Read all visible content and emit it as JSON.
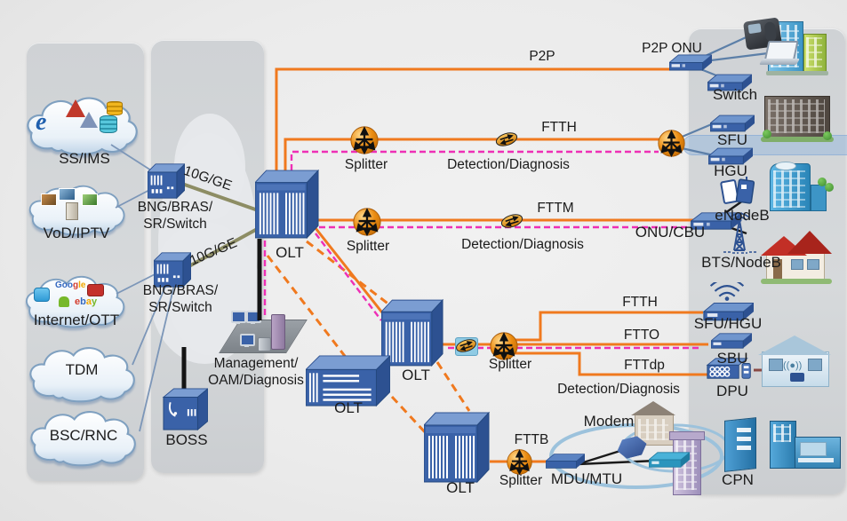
{
  "clouds": {
    "ss_ims": "SS/IMS",
    "vod_iptv": "VoD/IPTV",
    "internet_ott": "Internet/OTT",
    "tdm": "TDM",
    "bsc_rnc": "BSC/RNC"
  },
  "aggregation": {
    "bng1_line1": "BNG/BRAS/",
    "bng1_line2": "SR/Switch",
    "bng2_line1": "BNG/BRAS/",
    "bng2_line2": "SR/Switch",
    "uplink1": "10G/GE",
    "uplink2": "10G/GE"
  },
  "management": {
    "line1": "Management/",
    "line2": "OAM/Diagnosis",
    "boss": "BOSS"
  },
  "olts": {
    "olt1": "OLT",
    "olt2": "OLT",
    "olt3": "OLT",
    "olt4": "OLT"
  },
  "fiber_labels": {
    "p2p": "P2P",
    "ftth_top": "FTTH",
    "fttm": "FTTM",
    "ftth_mid": "FTTH",
    "ftto": "FTTO",
    "fttdp": "FTTdp",
    "fttb": "FTTB"
  },
  "splitters": {
    "s1": "Splitter",
    "s2": "Splitter",
    "s4": "Splitter",
    "s5": "Splitter"
  },
  "detection": {
    "d1": "Detection/Diagnosis",
    "d2": "Detection/Diagnosis",
    "d3": "Detection/Diagnosis"
  },
  "cpe": {
    "p2p_onu": "P2P ONU",
    "switch": "Switch",
    "sfu": "SFU",
    "hgu": "HGU",
    "enodeb": "eNodeB",
    "onu_cbu": "ONU/CBU",
    "bts_nodeb": "BTS/NodeB",
    "sfu_hgu": "SFU/HGU",
    "sbu": "SBU",
    "dpu": "DPU",
    "modem": "Modem",
    "mdu_mtu": "MDU/MTU",
    "cpn": "CPN"
  },
  "colors": {
    "fiber_orange": "#F0791E",
    "diagnosis_magenta": "#EE2FB5",
    "uplink_olive": "#8D8D64",
    "device_blue": "#3A62A8",
    "device_blue_light": "#7B9DD2",
    "device_blue_dark": "#2D5191",
    "cloud_stroke": "#7FA0C0",
    "detect_gold": "#E8920C",
    "black_link": "#1A1A1A",
    "copper_maroon": "#8A4A44"
  }
}
